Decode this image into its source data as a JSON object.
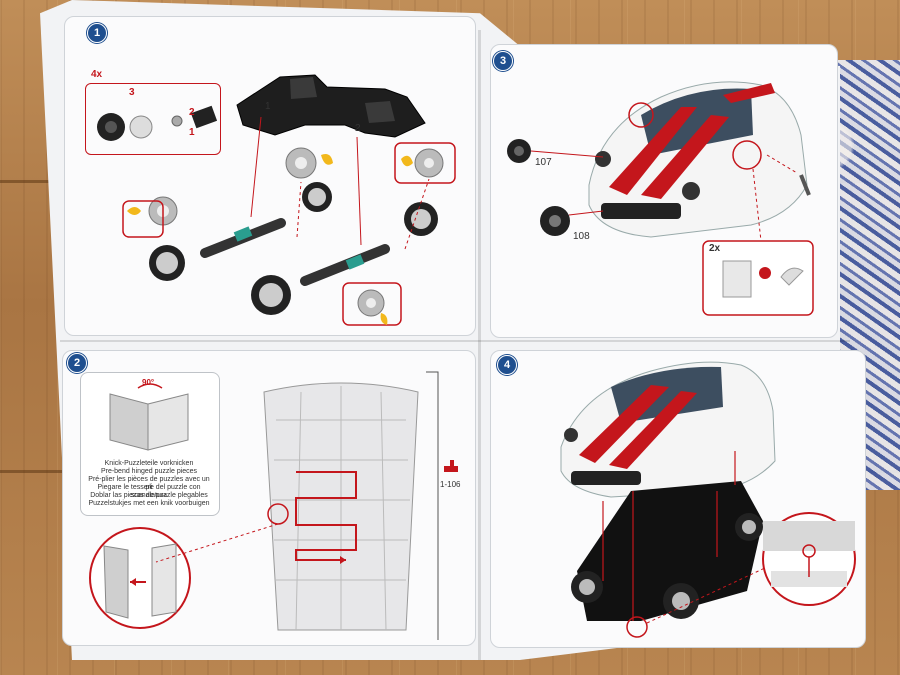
{
  "instructions": {
    "steps": [
      {
        "number": "1",
        "multiplier": "4x",
        "callouts": [
          "1",
          "2",
          "3"
        ]
      },
      {
        "number": "2",
        "angle": "90°",
        "hint_lines": [
          "Knick-Puzzleteile vorknicken",
          "Pre-bend hinged puzzle pieces",
          "Pré-plier les pièces de puzzles avec un pli",
          "Piegare le tessere del puzzle con scanalatura",
          "Doblar las piezas de puzzle plegables",
          "Puzzelstukjes met een knik voorbuigen"
        ],
        "piece_range": "1-106"
      },
      {
        "number": "3",
        "piece_a": "107",
        "piece_b": "108",
        "multiplier": "2x"
      },
      {
        "number": "4"
      }
    ]
  },
  "colors": {
    "brand_blue": "#1f4f8f",
    "accent_red": "#c4161c",
    "accent_yellow": "#f2b81c"
  }
}
